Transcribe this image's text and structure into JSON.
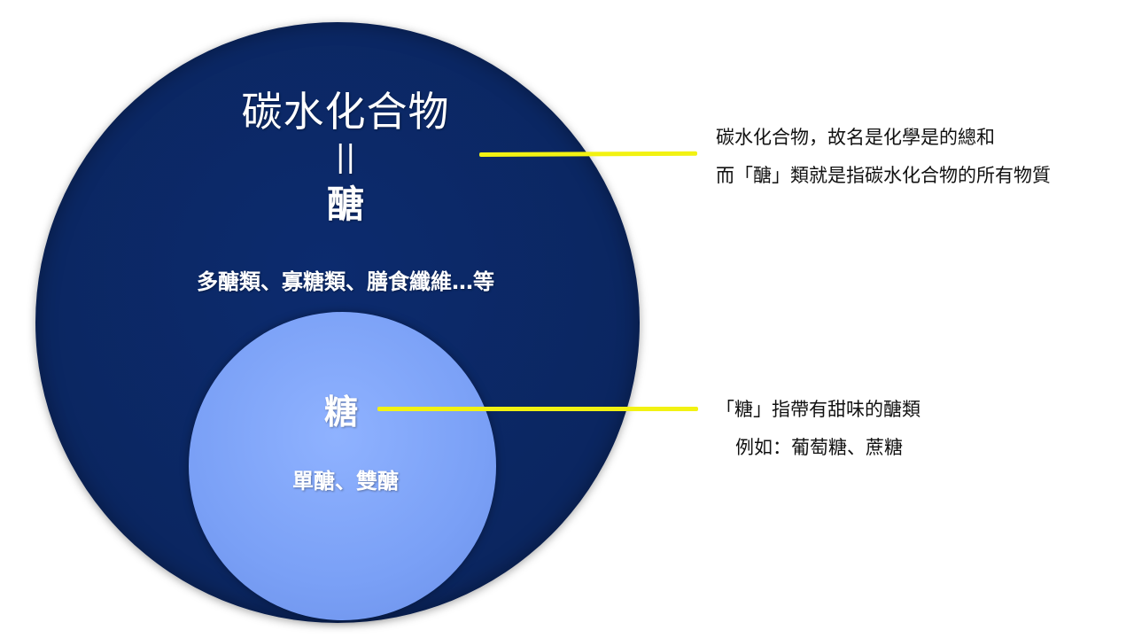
{
  "diagram": {
    "outer": {
      "title": "碳水化合物",
      "equals": "||",
      "title2": "醣",
      "examples": "多醣類、寡糖類、膳食纖維…等"
    },
    "inner": {
      "title": "糖",
      "examples": "單醣、雙醣"
    },
    "annotations": {
      "top": {
        "line1": "碳水化合物，故名是化學是的總和",
        "line2": "而「醣」類就是指碳水化合物的所有物質"
      },
      "bottom": {
        "line1": "「糖」指帶有甜味的醣類",
        "line2": "例如：葡萄糖、蔗糖"
      }
    },
    "colors": {
      "outer_circle": "#0b2660",
      "inner_circle": "#7aa0f6",
      "connector": "#f2f212",
      "label_text": "#ffffff",
      "note_text": "#111111"
    }
  }
}
